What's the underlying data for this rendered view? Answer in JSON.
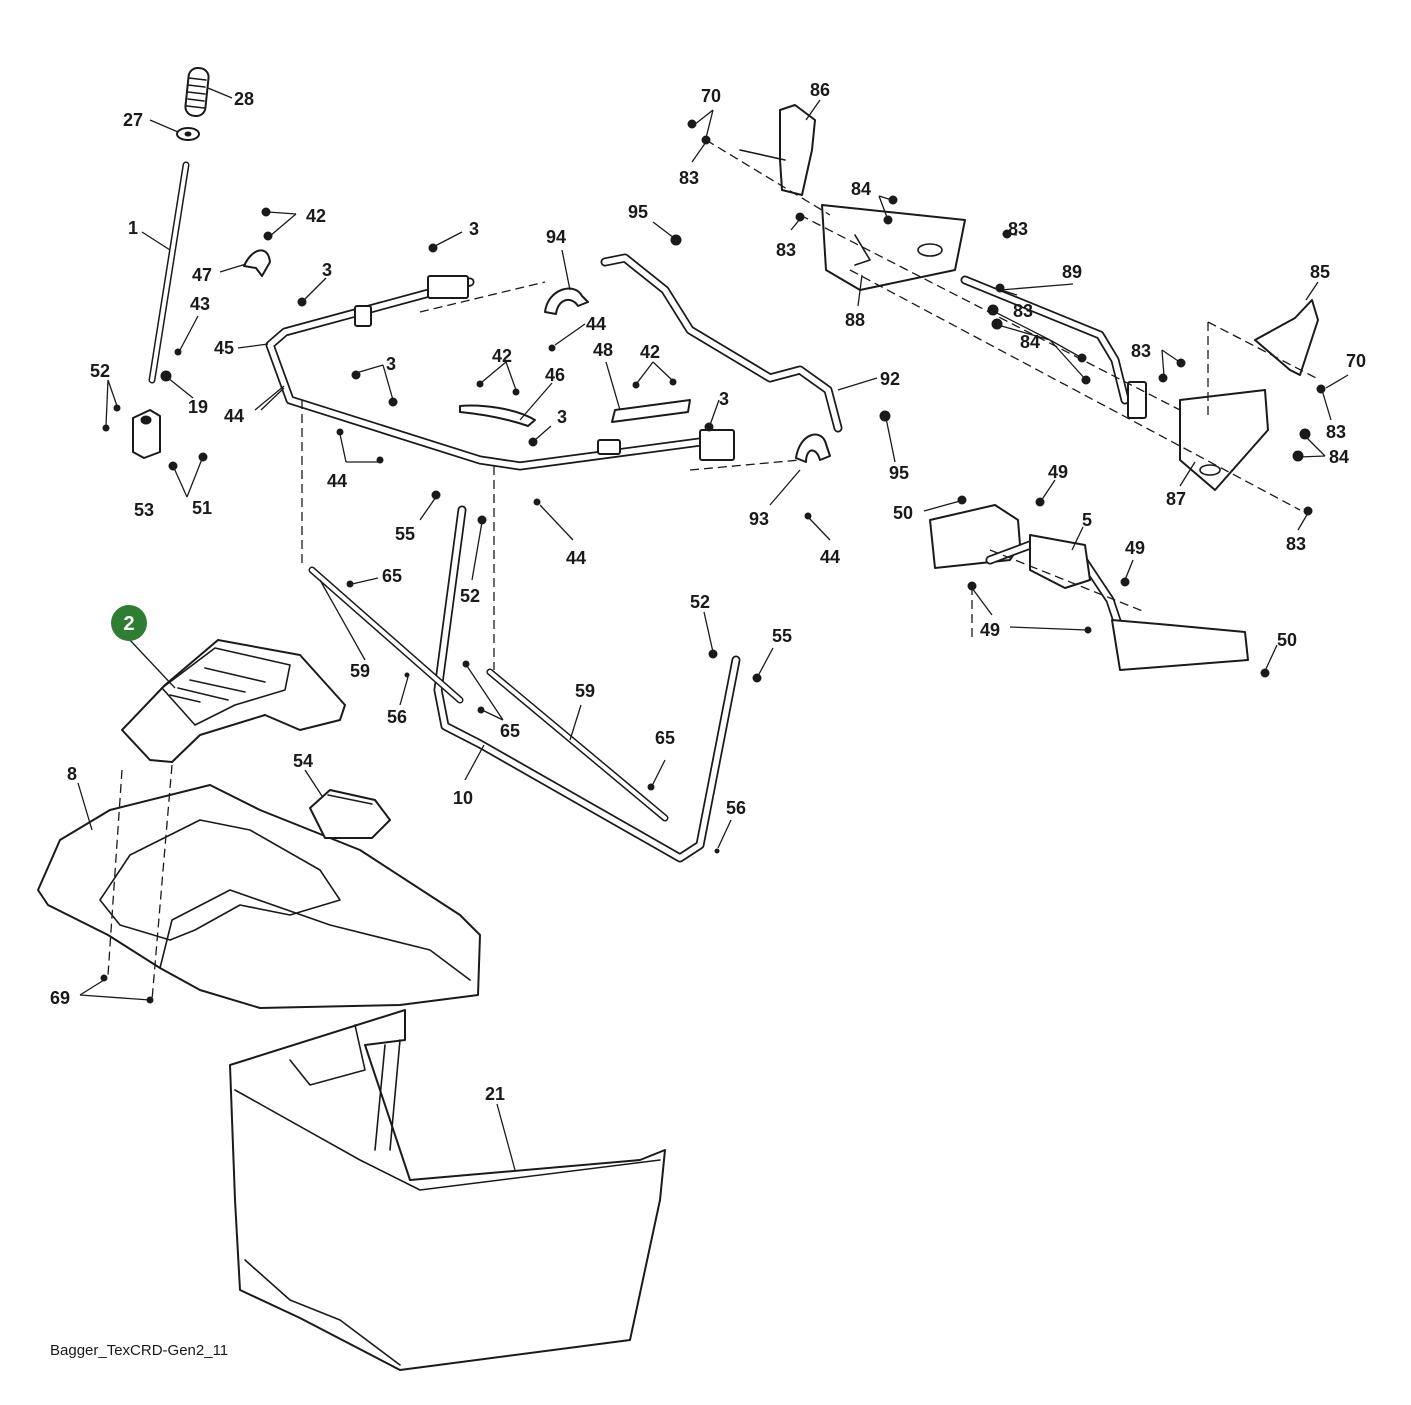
{
  "diagram_id": "Bagger_TexCRD-Gen2_11",
  "highlight": {
    "number": "2",
    "color": "#2e7d32"
  },
  "callouts": [
    {
      "id": "c28a",
      "text": "28"
    },
    {
      "id": "c27",
      "text": "27"
    },
    {
      "id": "c1",
      "text": "1"
    },
    {
      "id": "c42a",
      "text": "42"
    },
    {
      "id": "c47",
      "text": "47"
    },
    {
      "id": "c43",
      "text": "43"
    },
    {
      "id": "c45",
      "text": "45"
    },
    {
      "id": "c52a",
      "text": "52"
    },
    {
      "id": "c19",
      "text": "19"
    },
    {
      "id": "c44a",
      "text": "44"
    },
    {
      "id": "c53",
      "text": "53"
    },
    {
      "id": "c51",
      "text": "51"
    },
    {
      "id": "c3a",
      "text": "3"
    },
    {
      "id": "c3b",
      "text": "3"
    },
    {
      "id": "c3c",
      "text": "3"
    },
    {
      "id": "c3d",
      "text": "3"
    },
    {
      "id": "c3e",
      "text": "3"
    },
    {
      "id": "c94",
      "text": "94"
    },
    {
      "id": "c95a",
      "text": "95"
    },
    {
      "id": "c44b",
      "text": "44"
    },
    {
      "id": "c42b",
      "text": "42"
    },
    {
      "id": "c48",
      "text": "48"
    },
    {
      "id": "c42c",
      "text": "42"
    },
    {
      "id": "c46",
      "text": "46"
    },
    {
      "id": "c44c",
      "text": "44"
    },
    {
      "id": "c92",
      "text": "92"
    },
    {
      "id": "c95b",
      "text": "95"
    },
    {
      "id": "c93",
      "text": "93"
    },
    {
      "id": "c44d",
      "text": "44"
    },
    {
      "id": "c44e",
      "text": "44"
    },
    {
      "id": "c55a",
      "text": "55"
    },
    {
      "id": "c52b",
      "text": "52"
    },
    {
      "id": "c65a",
      "text": "65"
    },
    {
      "id": "c59a",
      "text": "59"
    },
    {
      "id": "c56a",
      "text": "56"
    },
    {
      "id": "c65b",
      "text": "65"
    },
    {
      "id": "c10",
      "text": "10"
    },
    {
      "id": "c59b",
      "text": "59"
    },
    {
      "id": "c52c",
      "text": "52"
    },
    {
      "id": "c55b",
      "text": "55"
    },
    {
      "id": "c65c",
      "text": "65"
    },
    {
      "id": "c56b",
      "text": "56"
    },
    {
      "id": "c70a",
      "text": "70"
    },
    {
      "id": "c86",
      "text": "86"
    },
    {
      "id": "c83a",
      "text": "83"
    },
    {
      "id": "c84a",
      "text": "84"
    },
    {
      "id": "c83b",
      "text": "83"
    },
    {
      "id": "c83c",
      "text": "83"
    },
    {
      "id": "c89",
      "text": "89"
    },
    {
      "id": "c83d",
      "text": "83"
    },
    {
      "id": "c88",
      "text": "88"
    },
    {
      "id": "c84b",
      "text": "84"
    },
    {
      "id": "c85",
      "text": "85"
    },
    {
      "id": "c83e",
      "text": "83"
    },
    {
      "id": "c70b",
      "text": "70"
    },
    {
      "id": "c83f",
      "text": "83"
    },
    {
      "id": "c84c",
      "text": "84"
    },
    {
      "id": "c87",
      "text": "87"
    },
    {
      "id": "c83g",
      "text": "83"
    },
    {
      "id": "c49a",
      "text": "49"
    },
    {
      "id": "c50a",
      "text": "50"
    },
    {
      "id": "c5",
      "text": "5"
    },
    {
      "id": "c49b",
      "text": "49"
    },
    {
      "id": "c49c",
      "text": "49"
    },
    {
      "id": "c50b",
      "text": "50"
    },
    {
      "id": "c8",
      "text": "8"
    },
    {
      "id": "c54",
      "text": "54"
    },
    {
      "id": "c69",
      "text": "69"
    },
    {
      "id": "c21",
      "text": "21"
    }
  ]
}
